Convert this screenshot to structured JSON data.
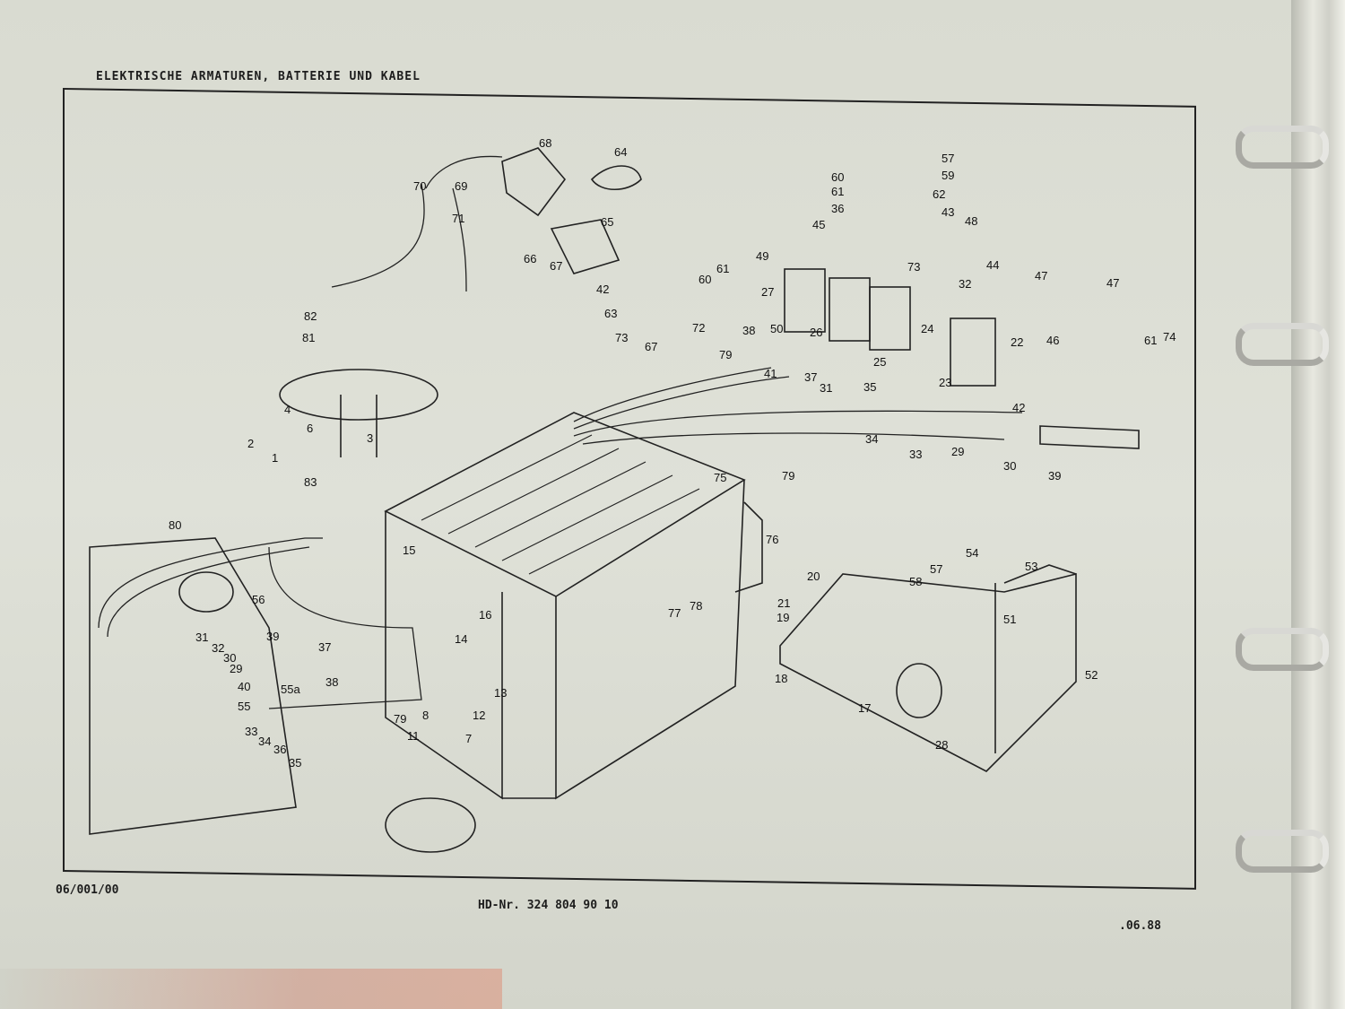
{
  "header": {
    "title": "ELEKTRISCHE ARMATUREN, BATTERIE UND KABEL"
  },
  "footer": {
    "page_code": "06/001/00",
    "hd_number": "HD-Nr. 324 804 90 10",
    "date": ".06.88"
  },
  "diagram": {
    "callouts": [
      "68",
      "64",
      "70",
      "69",
      "71",
      "65",
      "66",
      "67",
      "42",
      "63",
      "73",
      "67",
      "72",
      "60",
      "61",
      "38",
      "79",
      "41",
      "37",
      "31",
      "35",
      "49",
      "27",
      "50",
      "26",
      "25",
      "24",
      "22",
      "23",
      "57",
      "59",
      "60",
      "61",
      "62",
      "36",
      "45",
      "43",
      "48",
      "73",
      "44",
      "32",
      "47",
      "47",
      "46",
      "61",
      "74",
      "42",
      "34",
      "33",
      "29",
      "30",
      "79",
      "39",
      "75",
      "76",
      "82",
      "81",
      "4",
      "6",
      "3",
      "2",
      "1",
      "83",
      "80",
      "15",
      "56",
      "31",
      "32",
      "30",
      "29",
      "39",
      "37",
      "38",
      "55a",
      "40",
      "55",
      "33",
      "34",
      "36",
      "35",
      "16",
      "14",
      "79",
      "8",
      "13",
      "12",
      "11",
      "7",
      "77",
      "78",
      "20",
      "21",
      "19",
      "18",
      "57",
      "58",
      "54",
      "53",
      "51",
      "52",
      "17",
      "28"
    ]
  }
}
